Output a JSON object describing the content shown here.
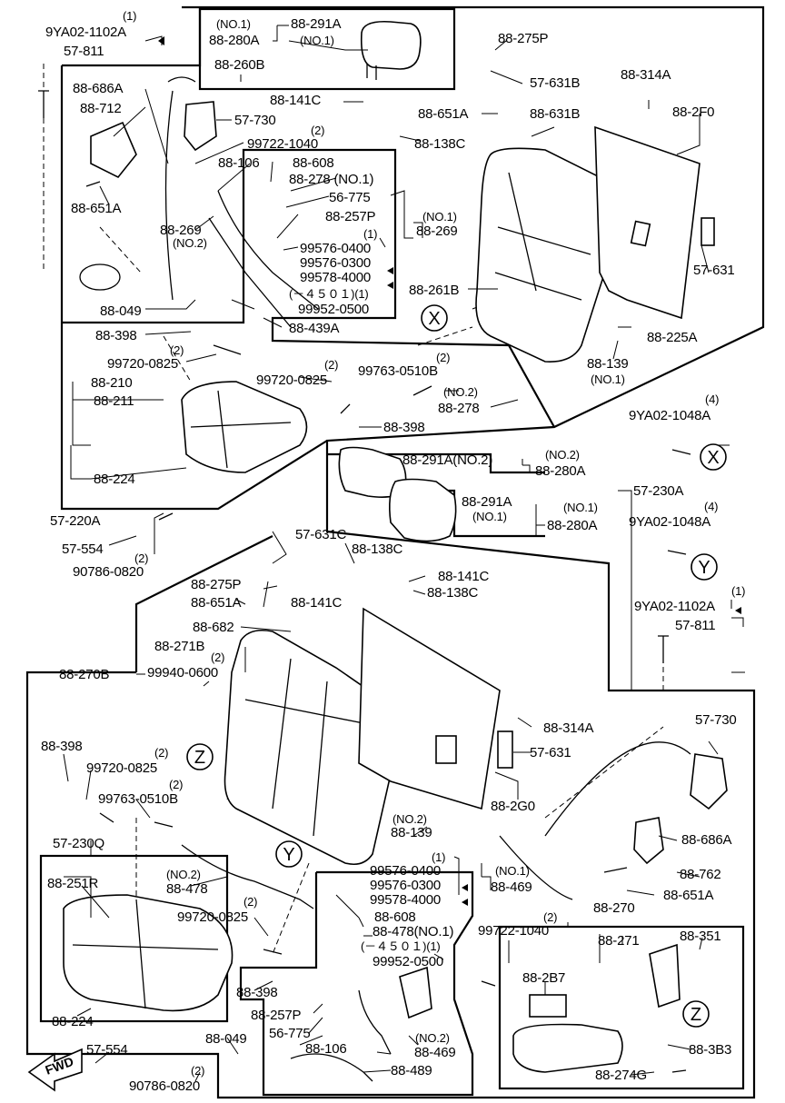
{
  "labels": [
    {
      "id": "l1",
      "text": "(1)"
    },
    {
      "id": "l2",
      "text": "9YA02-1102A"
    },
    {
      "id": "l3",
      "text": "57-811"
    },
    {
      "id": "l4",
      "text": "(NO.1)"
    },
    {
      "id": "l5",
      "text": "88-291A"
    },
    {
      "id": "l6",
      "text": "88-280A"
    },
    {
      "id": "l7",
      "text": "(NO.1)"
    },
    {
      "id": "l8",
      "text": "88-260B"
    },
    {
      "id": "l9",
      "text": "88-275P"
    },
    {
      "id": "l10",
      "text": "57-631B"
    },
    {
      "id": "l11",
      "text": "88-314A"
    },
    {
      "id": "l12",
      "text": "88-686A"
    },
    {
      "id": "l13",
      "text": "88-712"
    },
    {
      "id": "l14",
      "text": "57-730"
    },
    {
      "id": "l15",
      "text": "88-141C"
    },
    {
      "id": "l16",
      "text": "88-651A"
    },
    {
      "id": "l17",
      "text": "88-631B"
    },
    {
      "id": "l18",
      "text": "88-2F0"
    },
    {
      "id": "l19",
      "text": "(2)"
    },
    {
      "id": "l20",
      "text": "99722-1040"
    },
    {
      "id": "l21",
      "text": "88-138C"
    },
    {
      "id": "l22",
      "text": "88-106"
    },
    {
      "id": "l23",
      "text": "88-608"
    },
    {
      "id": "l24",
      "text": "88-278 (NO.1)"
    },
    {
      "id": "l25",
      "text": "88-651A"
    },
    {
      "id": "l26",
      "text": "56-775"
    },
    {
      "id": "l27",
      "text": "88-257P"
    },
    {
      "id": "l28",
      "text": "(NO.1)"
    },
    {
      "id": "l29",
      "text": "88-269"
    },
    {
      "id": "l30",
      "text": "88-269"
    },
    {
      "id": "l31",
      "text": "(NO.2)"
    },
    {
      "id": "l32",
      "text": "(1)"
    },
    {
      "id": "l33",
      "text": "99576-0400"
    },
    {
      "id": "l34",
      "text": "99576-0300"
    },
    {
      "id": "l35",
      "text": "99578-4000"
    },
    {
      "id": "l36",
      "text": "57-631"
    },
    {
      "id": "l37",
      "text": "88-261B"
    },
    {
      "id": "l38",
      "text": "(－４５０１)(1)"
    },
    {
      "id": "l39",
      "text": "88-049"
    },
    {
      "id": "l40",
      "text": "99952-0500"
    },
    {
      "id": "l41",
      "text": "88-439A"
    },
    {
      "id": "l42",
      "text": "88-225A"
    },
    {
      "id": "l43",
      "text": "88-398"
    },
    {
      "id": "l44",
      "text": "(2)"
    },
    {
      "id": "l45",
      "text": "99720-0825"
    },
    {
      "id": "l46",
      "text": "88-139"
    },
    {
      "id": "l47",
      "text": "(NO.1)"
    },
    {
      "id": "l48",
      "text": "(2)"
    },
    {
      "id": "l49",
      "text": "88-210"
    },
    {
      "id": "l50",
      "text": "(2)"
    },
    {
      "id": "l51",
      "text": "99763-0510B"
    },
    {
      "id": "l52",
      "text": "99720-0825"
    },
    {
      "id": "l53",
      "text": "88-211"
    },
    {
      "id": "l54",
      "text": "(NO.2)"
    },
    {
      "id": "l55",
      "text": "88-278"
    },
    {
      "id": "l56",
      "text": "(4)"
    },
    {
      "id": "l57",
      "text": "9YA02-1048A"
    },
    {
      "id": "l58",
      "text": "88-398"
    },
    {
      "id": "l59",
      "text": "(NO.2)"
    },
    {
      "id": "l60",
      "text": "88-291A(NO.2)"
    },
    {
      "id": "l61",
      "text": "88-280A"
    },
    {
      "id": "l62",
      "text": "88-224"
    },
    {
      "id": "l63",
      "text": "57-230A"
    },
    {
      "id": "l64",
      "text": "88-291A"
    },
    {
      "id": "l65",
      "text": "(NO.1)"
    },
    {
      "id": "l66",
      "text": "(NO.1)"
    },
    {
      "id": "l67",
      "text": "57-220A"
    },
    {
      "id": "l68",
      "text": "88-280A"
    },
    {
      "id": "l69",
      "text": "(4)"
    },
    {
      "id": "l70",
      "text": "57-554"
    },
    {
      "id": "l71",
      "text": "9YA02-1048A"
    },
    {
      "id": "l72",
      "text": "(2)"
    },
    {
      "id": "l73",
      "text": "90786-0820"
    },
    {
      "id": "l74",
      "text": "57-631C"
    },
    {
      "id": "l75",
      "text": "88-138C"
    },
    {
      "id": "l76",
      "text": "88-275P"
    },
    {
      "id": "l77",
      "text": "88-141C"
    },
    {
      "id": "l78",
      "text": "88-651A"
    },
    {
      "id": "l79",
      "text": "88-141C"
    },
    {
      "id": "l80",
      "text": "88-138C"
    },
    {
      "id": "l81",
      "text": "(1)"
    },
    {
      "id": "l82",
      "text": "9YA02-1102A"
    },
    {
      "id": "l83",
      "text": "88-682"
    },
    {
      "id": "l84",
      "text": "57-811"
    },
    {
      "id": "l85",
      "text": "88-271B"
    },
    {
      "id": "l86",
      "text": "(2)"
    },
    {
      "id": "l87",
      "text": "88-270B"
    },
    {
      "id": "l88",
      "text": "99940-0600"
    },
    {
      "id": "l89",
      "text": "88-314A"
    },
    {
      "id": "l90",
      "text": "57-730"
    },
    {
      "id": "l91",
      "text": "88-398"
    },
    {
      "id": "l92",
      "text": "(2)"
    },
    {
      "id": "l93",
      "text": "99720-0825"
    },
    {
      "id": "l94",
      "text": "57-631"
    },
    {
      "id": "l95",
      "text": "(2)"
    },
    {
      "id": "l96",
      "text": "99763-0510B"
    },
    {
      "id": "l97",
      "text": "88-2G0"
    },
    {
      "id": "l98",
      "text": "57-230Q"
    },
    {
      "id": "l99",
      "text": "(NO.2)"
    },
    {
      "id": "l100",
      "text": "88-139"
    },
    {
      "id": "l101",
      "text": "88-686A"
    },
    {
      "id": "l102",
      "text": "88-251R"
    },
    {
      "id": "l103",
      "text": "(1)"
    },
    {
      "id": "l104",
      "text": "99576-0400"
    },
    {
      "id": "l105",
      "text": "99576-0300"
    },
    {
      "id": "l106",
      "text": "(NO.1)"
    },
    {
      "id": "l107",
      "text": "(NO.2)"
    },
    {
      "id": "l108",
      "text": "88-478"
    },
    {
      "id": "l109",
      "text": "88-469"
    },
    {
      "id": "l110",
      "text": "88-762"
    },
    {
      "id": "l111",
      "text": "99578-4000"
    },
    {
      "id": "l112",
      "text": "(2)"
    },
    {
      "id": "l113",
      "text": "99720-0825"
    },
    {
      "id": "l114",
      "text": "88-608"
    },
    {
      "id": "l115",
      "text": "88-651A"
    },
    {
      "id": "l116",
      "text": "88-478(NO.1)"
    },
    {
      "id": "l117",
      "text": "(－４５０１)(1)"
    },
    {
      "id": "l118",
      "text": "(2)"
    },
    {
      "id": "l119",
      "text": "88-270"
    },
    {
      "id": "l120",
      "text": "99722-1040"
    },
    {
      "id": "l121",
      "text": "88-271"
    },
    {
      "id": "l122",
      "text": "88-351"
    },
    {
      "id": "l123",
      "text": "99952-0500"
    },
    {
      "id": "l124",
      "text": "88-398"
    },
    {
      "id": "l125",
      "text": "88-2B7"
    },
    {
      "id": "l126",
      "text": "88-224"
    },
    {
      "id": "l127",
      "text": "88-257P"
    },
    {
      "id": "l128",
      "text": "(NO.2)"
    },
    {
      "id": "l129",
      "text": "56-775"
    },
    {
      "id": "l130",
      "text": "88-469"
    },
    {
      "id": "l131",
      "text": "88-049"
    },
    {
      "id": "l132",
      "text": "88-106"
    },
    {
      "id": "l133",
      "text": "88-3B3"
    },
    {
      "id": "l134",
      "text": "57-554"
    },
    {
      "id": "l135",
      "text": "88-489"
    },
    {
      "id": "l136",
      "text": "(2)"
    },
    {
      "id": "l137",
      "text": "88-274G"
    },
    {
      "id": "l138",
      "text": "90786-0820"
    }
  ],
  "markers": [
    {
      "id": "mX1",
      "text": "X"
    },
    {
      "id": "mX2",
      "text": "X"
    },
    {
      "id": "mY1",
      "text": "Y"
    },
    {
      "id": "mY2",
      "text": "Y"
    },
    {
      "id": "mZ1",
      "text": "Z"
    },
    {
      "id": "mZ2",
      "text": "Z"
    }
  ],
  "fwd_arrow": {
    "text": "FWD"
  }
}
